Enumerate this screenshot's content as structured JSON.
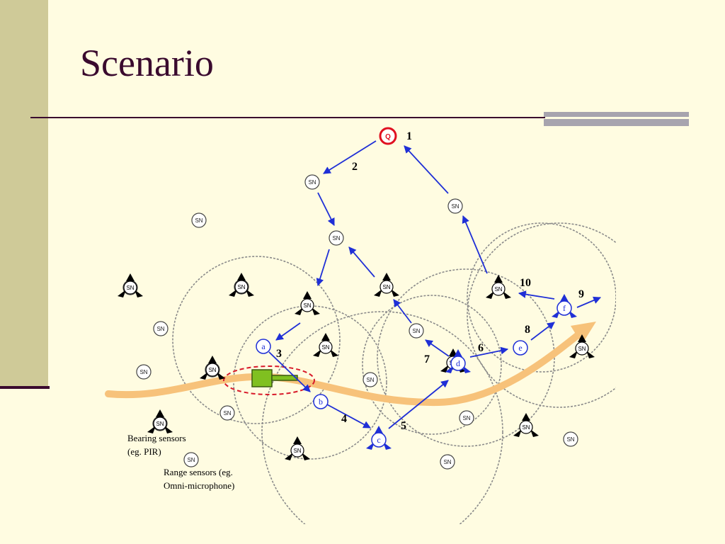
{
  "slide": {
    "title": "Scenario"
  },
  "legend": {
    "bearing_line1": "Bearing sensors",
    "bearing_line2": "(eg. PIR)",
    "range_line1": "Range sensors (eg.",
    "range_line2": "Omni-microphone)"
  },
  "diagram": {
    "sink_label": "Q",
    "sensor_label": "SN",
    "colors": {
      "arrow": "#1F2FD6",
      "node_ring": "#1F2FD6",
      "sink": "#E01020",
      "path": "#F7C27A",
      "ellipse": "#D81A2A",
      "target": "#80C020",
      "circle": "#8A8A8A"
    },
    "range_sensors": [
      {
        "id": "r1"
      },
      {
        "id": "r2"
      },
      {
        "id": "r3"
      },
      {
        "id": "r4"
      },
      {
        "id": "r5"
      },
      {
        "id": "r6"
      },
      {
        "id": "r7"
      },
      {
        "id": "r8"
      },
      {
        "id": "r9"
      },
      {
        "id": "r10"
      },
      {
        "id": "r11"
      },
      {
        "id": "r12"
      },
      {
        "id": "r13"
      },
      {
        "id": "r14"
      },
      {
        "id": "r15"
      },
      {
        "id": "r16"
      },
      {
        "id": "r17"
      }
    ],
    "bearing_sensors": [
      {
        "id": "b1"
      },
      {
        "id": "b2"
      },
      {
        "id": "b3"
      },
      {
        "id": "b4"
      },
      {
        "id": "b5"
      },
      {
        "id": "b6"
      },
      {
        "id": "b7"
      },
      {
        "id": "b8"
      },
      {
        "id": "b9"
      },
      {
        "id": "b10"
      },
      {
        "id": "b11"
      },
      {
        "id": "b12"
      }
    ],
    "track_nodes": [
      {
        "label": "a"
      },
      {
        "label": "b"
      },
      {
        "label": "c"
      },
      {
        "label": "d"
      },
      {
        "label": "e"
      },
      {
        "label": "f"
      }
    ],
    "step_labels": [
      "1",
      "2",
      "3",
      "4",
      "5",
      "6",
      "7",
      "8",
      "9",
      "10"
    ]
  }
}
